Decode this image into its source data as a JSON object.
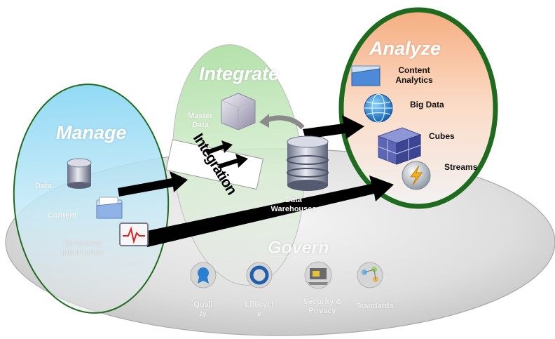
{
  "manage": {
    "title": "Manage",
    "items": [
      "Data",
      "Content",
      "Streaming",
      "Information"
    ]
  },
  "integrate": {
    "title": "Integrate",
    "master_data": [
      "Master",
      "Data"
    ],
    "integration_label": "Integration",
    "data_warehouses": [
      "Data",
      "Warehouses"
    ]
  },
  "analyze": {
    "title": "Analyze",
    "items": {
      "content_analytics": [
        "Content",
        "Analytics"
      ],
      "big_data": "Big Data",
      "cubes": "Cubes",
      "streams": "Streams"
    }
  },
  "govern": {
    "title": "Govern",
    "items": [
      {
        "line1": "Quali",
        "line2": "ty"
      },
      {
        "line1": "Lifecycl",
        "line2": "e"
      },
      {
        "line1": "Security &",
        "line2": "Privacy"
      },
      {
        "line1": "Standards",
        "line2": ""
      }
    ]
  },
  "colors": {
    "manage_border": "#1f6b1f",
    "analyze_border": "#1e6a1e",
    "arrow": "#000000"
  }
}
